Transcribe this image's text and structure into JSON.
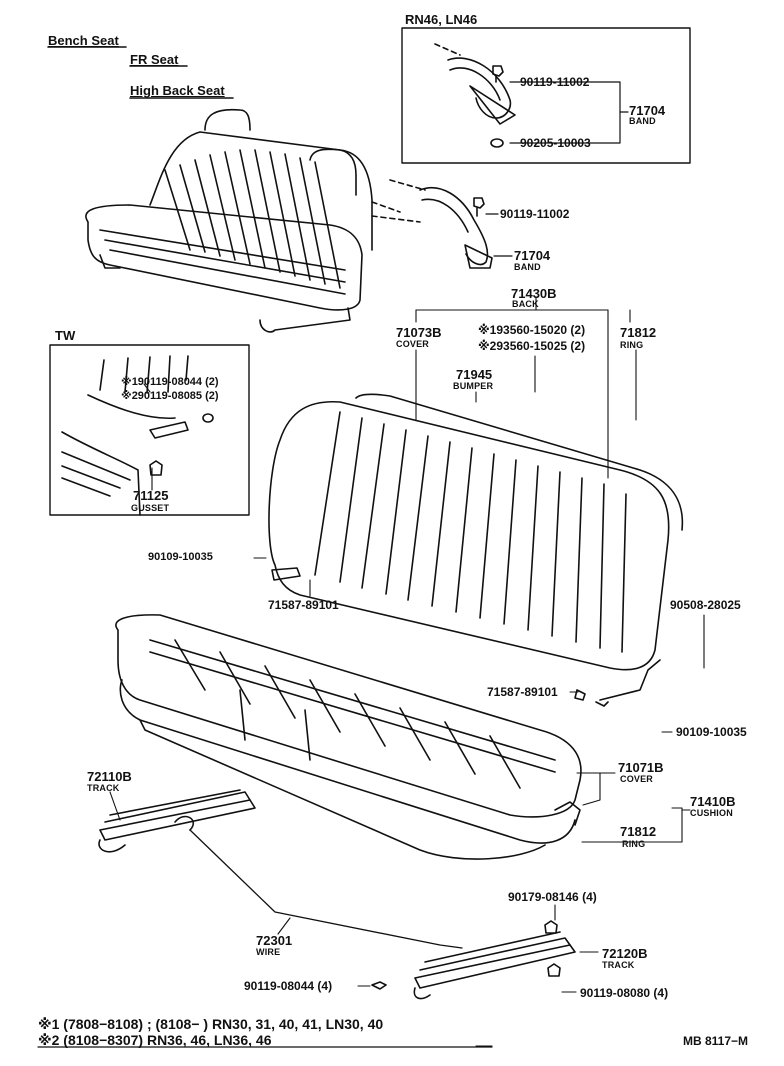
{
  "headings": {
    "bench_seat": "Bench Seat",
    "fr_seat": "FR Seat",
    "high_back_seat": "High Back Seat"
  },
  "insets": {
    "rn46_title": "RN46, LN46",
    "tw_title": "TW"
  },
  "parts": {
    "p_90119_11002_inset": "90119-11002",
    "p_71704_inset": "71704",
    "p_band_inset": "BAND",
    "p_90205_10003": "90205-10003",
    "p_90119_11002": "90119-11002",
    "p_71704": "71704",
    "p_band": "BAND",
    "p_71430b": "71430B",
    "p_back": "BACK",
    "p_71073b": "71073B",
    "p_cover_top": "COVER",
    "p_93560_15020": "※193560-15020 (2)",
    "p_93560_15025": "※293560-15025 (2)",
    "p_71812_top": "71812",
    "p_ring_top": "RING",
    "p_71945": "71945",
    "p_bumper": "BUMPER",
    "p_tw_90119_08044": "※190119-08044 (2)",
    "p_tw_90119_08085": "※290119-08085 (2)",
    "p_71125": "71125",
    "p_gusset": "GUSSET",
    "p_90109_10035_left": "90109-10035",
    "p_71587_89101_left": "71587-89101",
    "p_90508_28025": "90508-28025",
    "p_71587_89101_right": "71587-89101",
    "p_90109_10035_right": "90109-10035",
    "p_72110b": "72110B",
    "p_track_left": "TRACK",
    "p_71071b": "71071B",
    "p_cover_bottom": "COVER",
    "p_71410b": "71410B",
    "p_cushion": "CUSHION",
    "p_71812_bottom": "71812",
    "p_ring_bottom": "RING",
    "p_90179_08146": "90179-08146 (4)",
    "p_72301": "72301",
    "p_wire": "WIRE",
    "p_72120b": "72120B",
    "p_track_right": "TRACK",
    "p_90119_08044": "90119-08044 (4)",
    "p_90119_08080": "90119-08080 (4)"
  },
  "footnotes": {
    "note1": "※1 (7808−8108) ; (8108−       ) RN30, 31, 40, 41, LN30, 40",
    "note2": "※2 (8108−8307) RN36, 46, LN36, 46",
    "code": "MB 8117−M"
  }
}
